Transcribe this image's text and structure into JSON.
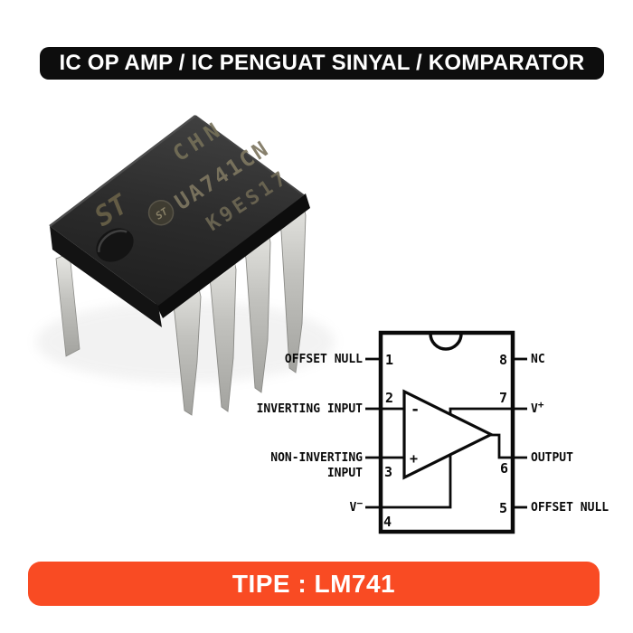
{
  "header": {
    "title": "IC OP AMP / IC PENGUAT SINYAL / KOMPARATOR"
  },
  "footer": {
    "label": "TIPE : LM741"
  },
  "colors": {
    "accent_orange": "#f94b23",
    "banner_black": "#0d0d0d",
    "diagram_line": "#0a0a0a",
    "chip_body": "#2b2b2b",
    "chip_marking": "#7d7660",
    "leg_silver": "#c6c6c2"
  },
  "chip_photo": {
    "country_mark": "CHN",
    "brand_logo_text": "ST",
    "part_number": "UA741CN",
    "date_code": "K9ES17",
    "brand_large": "ST"
  },
  "diagram": {
    "opamp": {
      "inverting_symbol": "-",
      "noninverting_symbol": "+"
    },
    "pins": [
      {
        "num": "1",
        "label": "OFFSET NULL"
      },
      {
        "num": "2",
        "label": "INVERTING INPUT"
      },
      {
        "num": "3",
        "label": "NON-INVERTING",
        "label2": "INPUT"
      },
      {
        "num": "4",
        "label": "V",
        "sup": "−"
      },
      {
        "num": "5",
        "label": "OFFSET NULL"
      },
      {
        "num": "6",
        "label": "OUTPUT"
      },
      {
        "num": "7",
        "label": "V",
        "sup": "+"
      },
      {
        "num": "8",
        "label": "NC"
      }
    ]
  }
}
